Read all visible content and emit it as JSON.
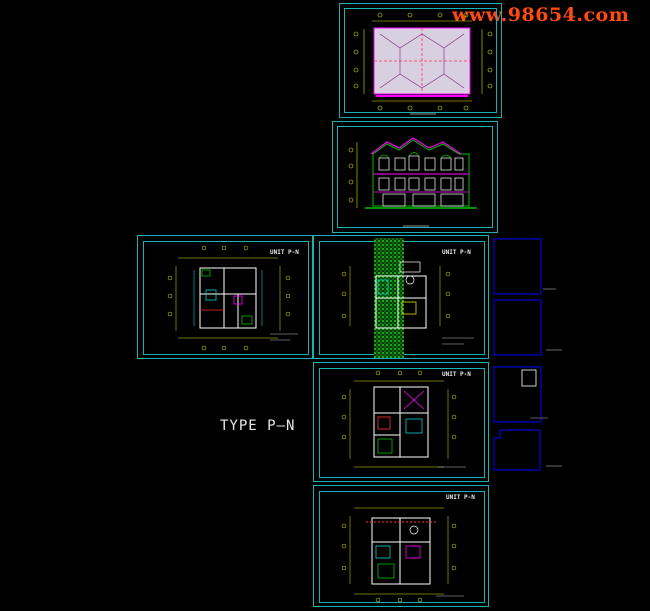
{
  "watermark": "www.98654.com",
  "type_label": "TYPE P—N",
  "sheets": {
    "plan_1": {
      "unit_tag": "UNIT P-N"
    },
    "plan_2": {
      "unit_tag": "UNIT P-N"
    },
    "plan_3": {
      "unit_tag": "UNIT P-N"
    },
    "plan_4": {
      "unit_tag": "UNIT P-N"
    }
  },
  "colors": {
    "frame": "#17b3b3",
    "wall": "#ffffff",
    "dim": "#e0e000",
    "accent": "#ff00ff",
    "green": "#00c000",
    "blue": "#0000ff",
    "watermark": "#ff4a12"
  }
}
